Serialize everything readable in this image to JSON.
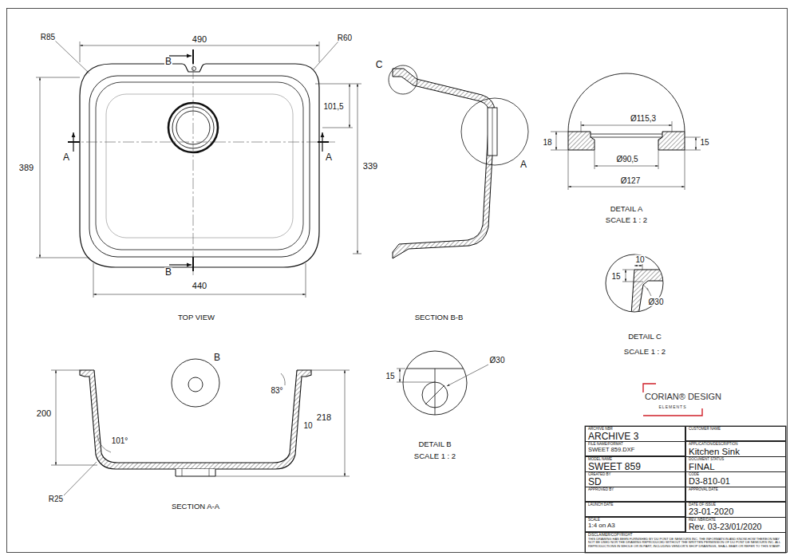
{
  "diagram": {
    "nodes": [
      {
        "text": [
          "ARCHIVE NBR",
          "ARCHIVE 3"
        ]
      },
      {
        "text": [
          "CUSTOMER NAME"
        ]
      },
      {
        "text": [
          "FILE NAME/FORMAT",
          "SWEET 859.DXF"
        ]
      },
      {
        "text": [
          "APPLICATION/DESCRIPTION",
          "Kitchen Sink"
        ]
      },
      {
        "text": [
          "MODEL NAME",
          "SWEET 859"
        ]
      },
      {
        "text": [
          "DOCUMENT STATUS",
          "FINAL"
        ]
      },
      {
        "text": [
          "CREATED BY",
          "SD"
        ]
      },
      {
        "text": [
          "CODE",
          "D3-810-01"
        ]
      },
      {
        "text": [
          "APPROVED BY"
        ]
      },
      {
        "text": [
          "APPROVAL DATE"
        ]
      },
      {
        "text": [
          "LAUNCH DATE"
        ]
      },
      {
        "text": [
          "DATE OF ISSUE",
          "23-01-2020"
        ]
      },
      {
        "text": [
          "SCALE",
          "1:4 on A3"
        ]
      },
      {
        "text": [
          "REV. NBR/DATE",
          "Rev. 03-23/01/2020"
        ]
      },
      {
        "text": [
          "DISCLAIMER/COPYRIGHT",
          "THIS DRAWING HAS BEEN FURNISHED BY DU PONT DE NEMOURS INC. THE INFORMATION AND KNOW-HOW THEREON MAY NOT BE USED NOR THE DRAWING REPRODUCED WITHOUT THE WRITTEN PERMISSION OF DU PONT DE NEMOURS INC. ALL REPRODUCTIONS IN WHOLE OR IN PART, INCLUDING VENDOR'S SHOP DRAWINGS, SHALL BEAR OR REFER TO THIS STAMP."
        ]
      }
    ],
    "labels": [
      "R85",
      "490",
      "R60",
      "B",
      "101,5",
      "A",
      "A",
      "389",
      "339",
      "B",
      "440",
      "TOP VIEW",
      "C",
      "A",
      "SECTION B-B",
      "Ø115,3",
      "18",
      "15",
      "Ø90,5",
      "Ø127",
      "DETAIL A",
      "SCALE 1 : 2",
      "10",
      "15",
      "Ø30",
      "DETAIL C",
      "SCALE 1 : 2",
      "B",
      "83°",
      "200",
      "10",
      "218",
      "101°",
      "R25",
      "SECTION A-A",
      "Ø30",
      "15",
      "DETAIL B",
      "SCALE 1 : 2",
      "CORIAN® DESIGN",
      "ELEMENTS"
    ]
  }
}
